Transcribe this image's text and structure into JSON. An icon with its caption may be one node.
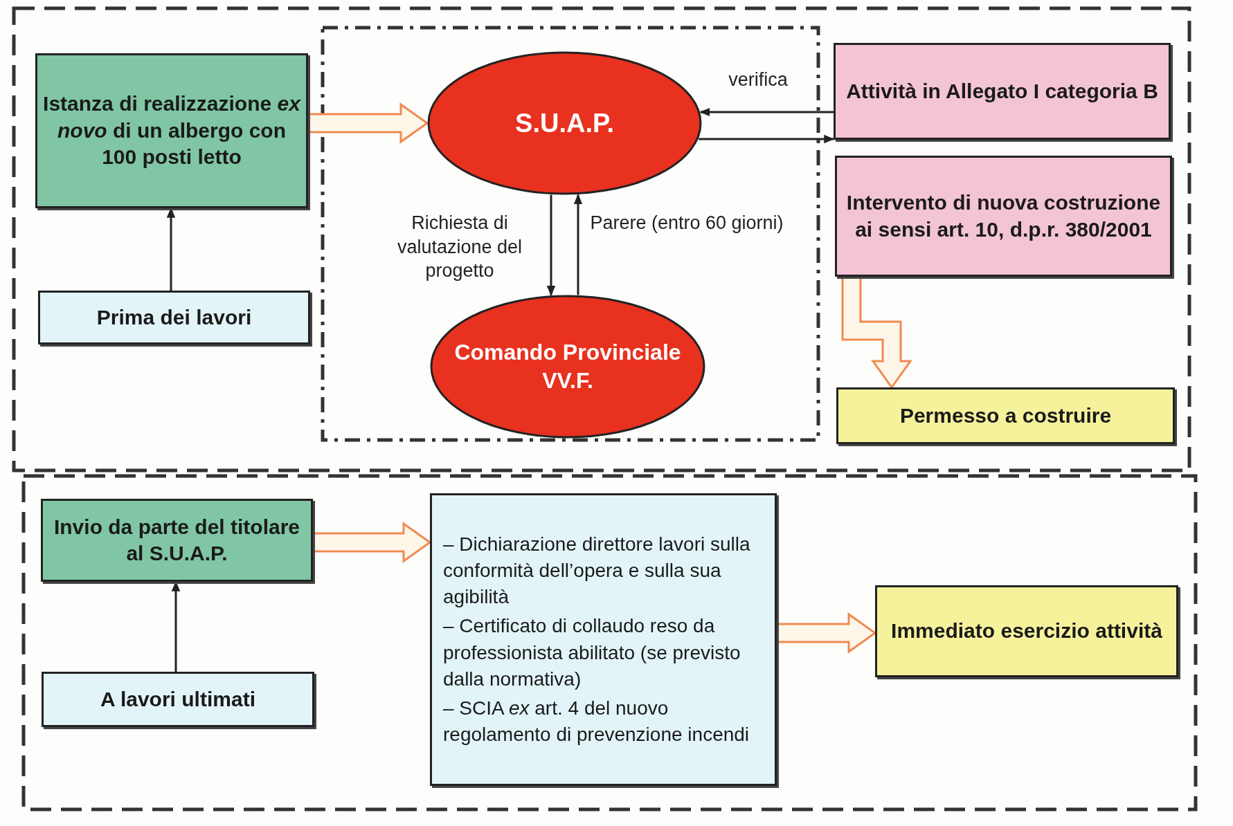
{
  "diagram": {
    "nodes": [
      {
        "text": [
          "Istanza di realizzazione *ex novo* di un albergo con 100 posti letto"
        ]
      },
      {
        "text": [
          "Prima dei lavori"
        ]
      },
      {
        "text": [
          "S.U.A.P."
        ]
      },
      {
        "text": [
          "Attività in Allegato I categoria B"
        ]
      },
      {
        "text": [
          "Intervento di nuova costruzione ai sensi art. 10, d.p.r. 380/2001"
        ]
      },
      {
        "text": [
          "Comando Provinciale VV.F."
        ]
      },
      {
        "text": [
          "Permesso a costruire"
        ]
      },
      {
        "text": [
          "Invio da parte del titolare al S.U.A.P."
        ]
      },
      {
        "text": [
          "A lavori ultimati"
        ]
      },
      {
        "text": [
          "– Dichiarazione direttore lavori sulla conformità dell’opera e sulla sua agibilità",
          "– Certificato di collaudo reso da professionista abilitato (se previsto dalla normativa)",
          "– SCIA *ex* art. 4 del nuovo regolamento di prevenzione incendi"
        ]
      },
      {
        "text": [
          "Immediato esercizio attività"
        ]
      }
    ],
    "edges": [
      {
        "from": 1,
        "to": 0,
        "arrow": "to"
      },
      {
        "from": 0,
        "to": 2,
        "arrow": "to",
        "style": "thick",
        "color": "#f08a50"
      },
      {
        "from": 3,
        "to": 2,
        "arrow": "to",
        "label": "verifica"
      },
      {
        "from": 2,
        "to": 3,
        "arrow": "to"
      },
      {
        "from": 2,
        "to": 5,
        "arrow": "to",
        "label": "Richiesta di valutazione del progetto"
      },
      {
        "from": 5,
        "to": 2,
        "arrow": "to",
        "label": "Parere (entro 60 giorni)"
      },
      {
        "from": 4,
        "to": 6,
        "arrow": "to",
        "style": "thick",
        "color": "#f08a50"
      },
      {
        "from": 8,
        "to": 7,
        "arrow": "to"
      },
      {
        "from": 7,
        "to": 9,
        "arrow": "to",
        "style": "thick",
        "color": "#f08a50"
      },
      {
        "from": 9,
        "to": 10,
        "arrow": "to",
        "style": "thick",
        "color": "#f08a50"
      }
    ]
  }
}
